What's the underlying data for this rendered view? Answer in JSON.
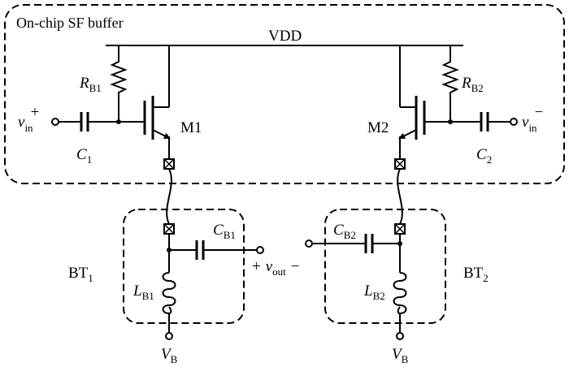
{
  "chip_label": "On-chip SF buffer",
  "vdd_label": "VDD",
  "m1_label": "M1",
  "m2_label": "M2",
  "rb1": {
    "main": "R",
    "sub": "B1"
  },
  "rb2": {
    "main": "R",
    "sub": "B2"
  },
  "c1": {
    "main": "C",
    "sub": "1"
  },
  "c2": {
    "main": "C",
    "sub": "2"
  },
  "vin_plus": {
    "main": "v",
    "sub": "in",
    "sup": "+"
  },
  "vin_minus": {
    "main": "v",
    "sub": "in",
    "sup": "−"
  },
  "cb1": {
    "main": "C",
    "sub": "B1"
  },
  "cb2": {
    "main": "C",
    "sub": "B2"
  },
  "lb1": {
    "main": "L",
    "sub": "B1"
  },
  "lb2": {
    "main": "L",
    "sub": "B2"
  },
  "bt1": {
    "main": "BT",
    "sub": "1"
  },
  "bt2": {
    "main": "BT",
    "sub": "2"
  },
  "vout": {
    "plus": "+",
    "main": "v",
    "sub": "out",
    "minus": "−"
  },
  "vb_left": {
    "main": "V",
    "sub": "B"
  },
  "vb_right": {
    "main": "V",
    "sub": "B"
  }
}
